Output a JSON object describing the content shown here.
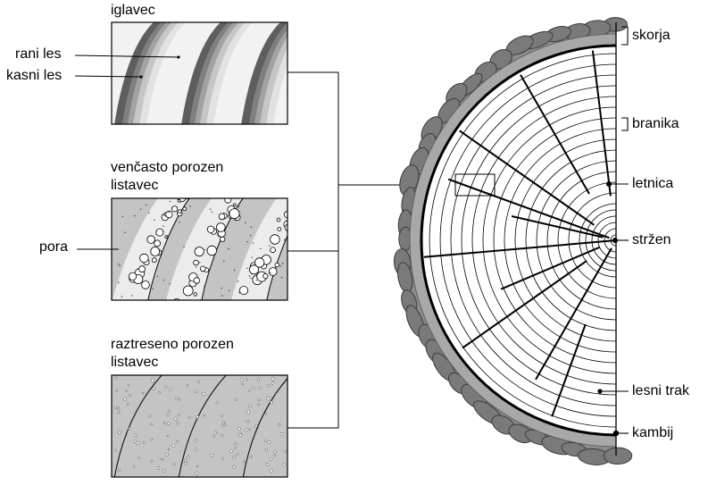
{
  "labels": {
    "softwood": "iglavec",
    "earlywood": "rani les",
    "latewood": "kasni les",
    "ring_porous_line1": "venčasto porozen",
    "ring_porous_line2": "listavec",
    "pore": "pora",
    "diffuse_porous_line1": "raztreseno porozen",
    "diffuse_porous_line2": "listavec",
    "bark": "skorja",
    "phloem": "branika",
    "growth_ring": "letnica",
    "pith": "stržen",
    "wood_ray": "lesni trak",
    "cambium": "kambij"
  },
  "colors": {
    "background": "#ffffff",
    "bark": "#7a7a7a",
    "bark_edge": "#3c3c3c",
    "phloem": "#a8a8a8",
    "hardwood_fill": "#c4c4c4",
    "line": "#000000"
  }
}
